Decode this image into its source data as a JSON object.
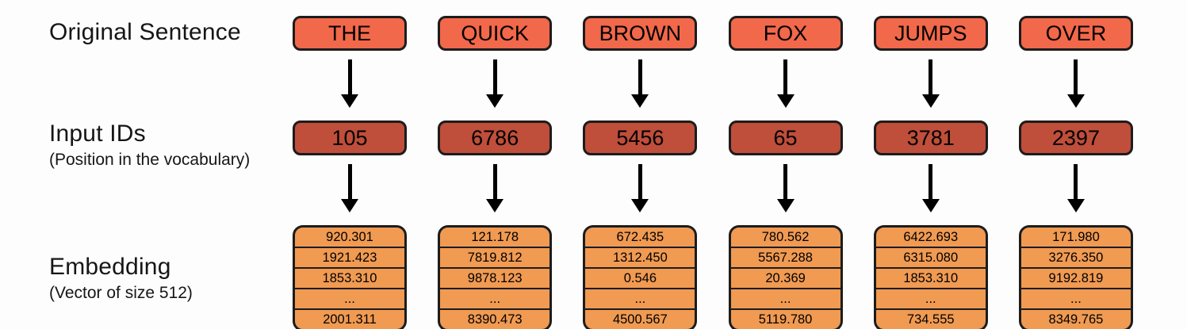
{
  "labels": {
    "original_sentence": "Original Sentence",
    "input_ids_title": "Input IDs",
    "input_ids_sub": "(Position in the vocabulary)",
    "embedding_title": "Embedding",
    "embedding_sub": "(Vector of size 512)"
  },
  "colors": {
    "word_box": "#f2684a",
    "id_box": "#bf4e3a",
    "embedding_box": "#f09a52"
  },
  "columns": [
    {
      "word": "THE",
      "id": "105",
      "embedding": [
        "920.301",
        "1921.423",
        "1853.310",
        "...",
        "2001.311"
      ]
    },
    {
      "word": "QUICK",
      "id": "6786",
      "embedding": [
        "121.178",
        "7819.812",
        "9878.123",
        "...",
        "8390.473"
      ]
    },
    {
      "word": "BROWN",
      "id": "5456",
      "embedding": [
        "672.435",
        "1312.450",
        "0.546",
        "...",
        "4500.567"
      ]
    },
    {
      "word": "FOX",
      "id": "65",
      "embedding": [
        "780.562",
        "5567.288",
        "20.369",
        "...",
        "5119.780"
      ]
    },
    {
      "word": "JUMPS",
      "id": "3781",
      "embedding": [
        "6422.693",
        "6315.080",
        "1853.310",
        "...",
        "734.555"
      ]
    },
    {
      "word": "OVER",
      "id": "2397",
      "embedding": [
        "171.980",
        "3276.350",
        "9192.819",
        "...",
        "8349.765"
      ]
    }
  ]
}
